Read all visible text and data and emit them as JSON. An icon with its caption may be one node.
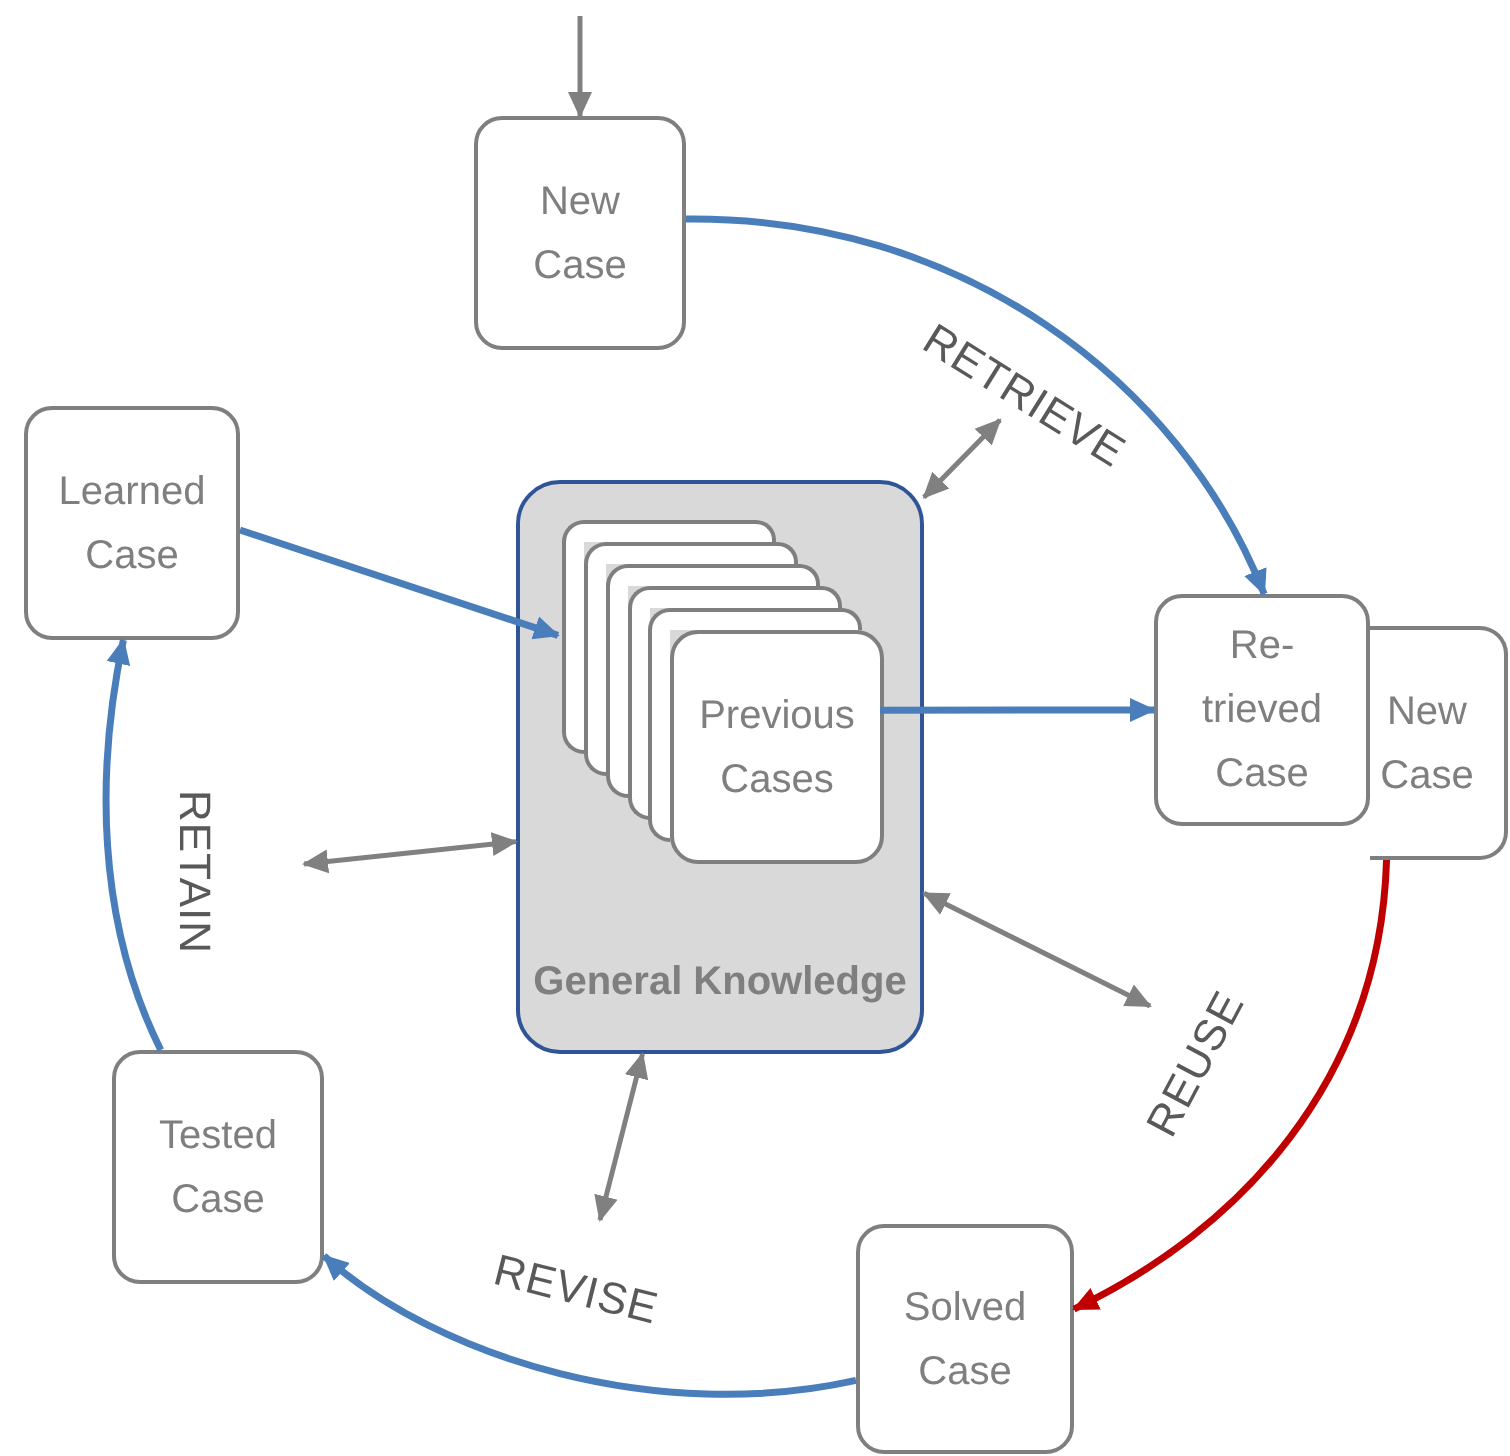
{
  "diagram": {
    "nodes": [
      {
        "text": [
          "New Case"
        ]
      },
      {
        "text": [
          "General Knowledge"
        ]
      },
      {
        "text": [],
        "shape": "box",
        "in": 1
      },
      {
        "text": [],
        "shape": "box",
        "in": 1
      },
      {
        "text": [],
        "shape": "box",
        "in": 1
      },
      {
        "text": [],
        "shape": "box",
        "in": 1
      },
      {
        "text": [],
        "shape": "box",
        "in": 1
      },
      {
        "text": [
          "Previous Cases"
        ],
        "in": 1
      },
      {
        "text": [
          "Re- trieved Case"
        ]
      },
      {
        "text": [
          "New Case"
        ]
      },
      {
        "text": [
          "Solved Case"
        ]
      },
      {
        "text": [
          "Tested Case"
        ]
      },
      {
        "text": [
          "Learned Case"
        ]
      }
    ],
    "edges": [
      {
        "from": null,
        "to": 0,
        "arrow": "to",
        "color": "#808080"
      },
      {
        "from": 0,
        "to": 8,
        "arrow": "to",
        "label": "RETRIEVE",
        "color": "#4a7ebb"
      },
      {
        "from": 7,
        "to": 8,
        "arrow": "to",
        "color": "#4a7ebb"
      },
      {
        "from": 9,
        "to": 10,
        "arrow": "to",
        "label": "REUSE",
        "color": "#c00000"
      },
      {
        "from": 10,
        "to": 11,
        "arrow": "to",
        "label": "REVISE",
        "color": "#4a7ebb"
      },
      {
        "from": 11,
        "to": 12,
        "arrow": "to",
        "label": "RETAIN",
        "color": "#4a7ebb"
      },
      {
        "from": 12,
        "to": 2,
        "arrow": "to",
        "color": "#4a7ebb"
      },
      {
        "from": 1,
        "to": null,
        "arrow": "both",
        "color": "#808080"
      },
      {
        "from": 1,
        "to": null,
        "arrow": "both",
        "color": "#808080"
      },
      {
        "from": 1,
        "to": null,
        "arrow": "both",
        "color": "#808080"
      },
      {
        "from": 1,
        "to": null,
        "arrow": "both",
        "color": "#808080"
      }
    ]
  }
}
